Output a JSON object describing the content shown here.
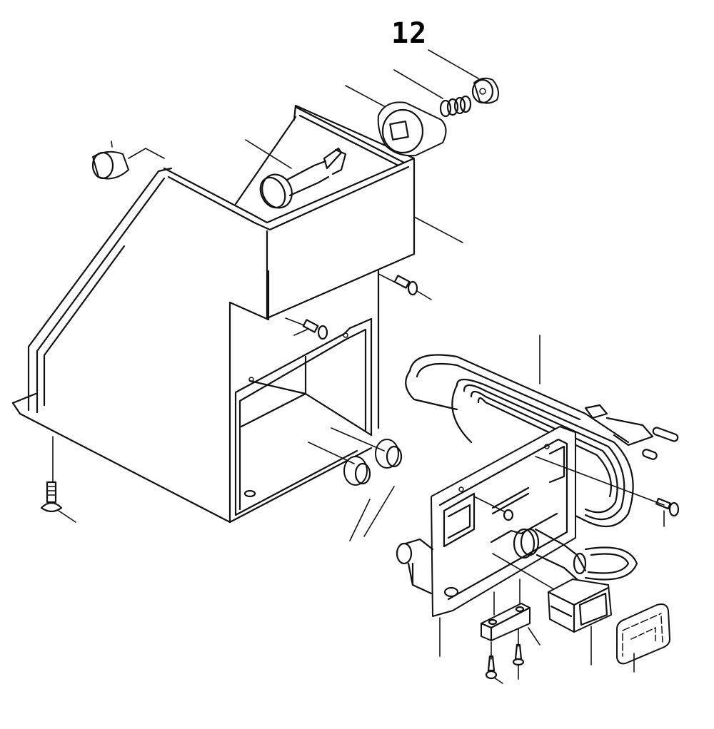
{
  "figure": {
    "label": "12",
    "type": "exploded parts diagram",
    "background": "#ffffff",
    "line_color": "#111111"
  },
  "parts": [
    {
      "id": "knob-small",
      "icon": "cylinder-knob"
    },
    {
      "id": "upper-housing",
      "icon": "box-housing"
    },
    {
      "id": "lamp-holder",
      "icon": "tube-socket"
    },
    {
      "id": "bearing-block",
      "icon": "block-with-square-hole"
    },
    {
      "id": "spring",
      "icon": "coil-spring"
    },
    {
      "id": "cap-nut",
      "icon": "round-cap"
    },
    {
      "id": "side-screw-upper",
      "icon": "screw"
    },
    {
      "id": "side-screw-lower",
      "icon": "screw"
    },
    {
      "id": "base-frame",
      "icon": "frame"
    },
    {
      "id": "base-screw",
      "icon": "countersunk-screw"
    },
    {
      "id": "grommets",
      "icon": "grommet-pair"
    },
    {
      "id": "power-cord",
      "icon": "coiled-cord-with-plug"
    },
    {
      "id": "front-panel",
      "icon": "panel-plate"
    },
    {
      "id": "panel-screw",
      "icon": "screw"
    },
    {
      "id": "cable-gland",
      "icon": "strain-relief"
    },
    {
      "id": "knob-left",
      "icon": "pushbutton"
    },
    {
      "id": "terminal-block",
      "icon": "block"
    },
    {
      "id": "terminal-screws",
      "icon": "screw-pair"
    },
    {
      "id": "rocker-switch",
      "icon": "rocker-switch"
    },
    {
      "id": "switch-cover",
      "icon": "rectangular-cover"
    }
  ]
}
